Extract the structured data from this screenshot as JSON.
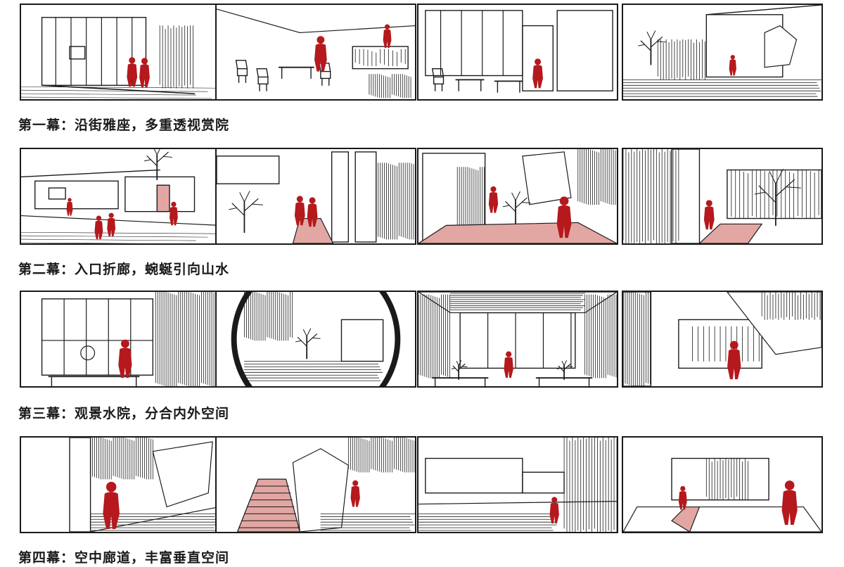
{
  "colors": {
    "figure": "#b5191d",
    "floor_tint": "#e2a7a3",
    "ink": "#1a1a1a",
    "paper": "#ffffff"
  },
  "scenes": [
    {
      "caption": "第一幕：沿街雅座，多重透视赏院"
    },
    {
      "caption": "第二幕：入口折廊，蜿蜒引向山水"
    },
    {
      "caption": "第三幕：观景水院，分合内外空间"
    },
    {
      "caption": "第四幕：空中廊道，丰富垂直空间"
    }
  ]
}
